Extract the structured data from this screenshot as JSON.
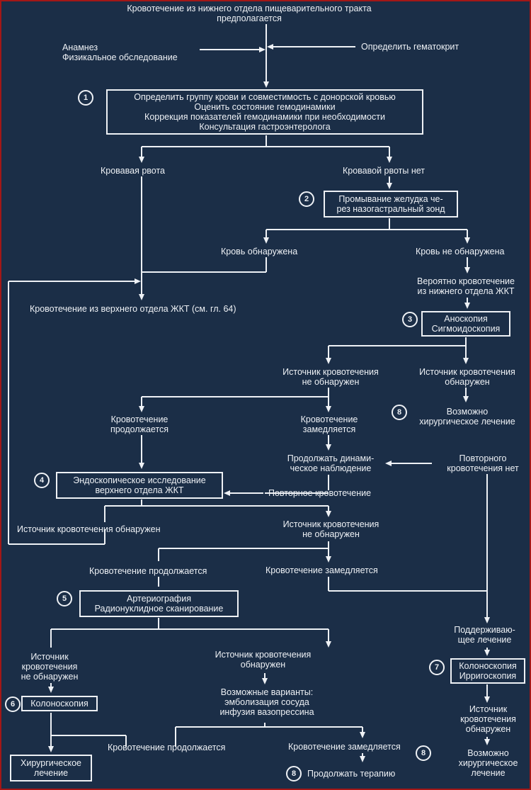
{
  "nodes": {
    "title": [
      "Кровотечение из нижнего отдела пищеварительного тракта",
      "предполагается"
    ],
    "history": [
      "Анамнез",
      "Физикальное обследование"
    ],
    "hematocrit": "Определить гематокрит",
    "box1": [
      "Определить группу крови и совместимость с донорской кровью",
      "Оценить состояние гемодинамики",
      "Коррекция показателей гемодинамики при необходимости",
      "Консультация гастроэнтеролога"
    ],
    "bloody_vomit": "Кровавая рвота",
    "no_bloody_vomit": "Кровавой рвоты нет",
    "box2": [
      "Промывание желудка че-",
      "рез назогастральный зонд"
    ],
    "blood_found": "Кровь обнаружена",
    "blood_not_found": "Кровь не обнаружена",
    "upper_gi": "Кровотечение из верхнего отдела ЖКТ (см. гл. 64)",
    "probable_lower": [
      "Вероятно кровотечение",
      "из нижнего отдела ЖКТ"
    ],
    "box3": [
      "Аноскопия",
      "Сигмоидоскопия"
    ],
    "src_not_found_1": [
      "Источник кровотечения",
      "не обнаружен"
    ],
    "src_found_1": [
      "Источник кровотечения",
      "обнаружен"
    ],
    "surgery_possible_1": [
      "Возможно",
      "хирургическое лечение"
    ],
    "bleeding_continues_1": [
      "Кровотечение",
      "продолжается"
    ],
    "bleeding_slows_1": [
      "Кровотечение",
      "замедляется"
    ],
    "continue_observation": [
      "Продолжать динами-",
      "ческое наблюдение"
    ],
    "no_rebleeding": [
      "Повторного",
      "кровотечения нет"
    ],
    "box4": [
      "Эндоскопическое исследование",
      "верхнего отдела ЖКТ"
    ],
    "rebleeding": "Повторное кровотечение",
    "src_found_2": "Источник кровотечения обнаружен",
    "src_not_found_2": [
      "Источник кровотечения",
      "не обнаружен"
    ],
    "bleeding_continues_2": "Кровотечение продолжается",
    "bleeding_slows_2": "Кровотечение замедляется",
    "box5": [
      "Артериография",
      "Радионуклидное сканирование"
    ],
    "maintenance": [
      "Поддерживаю-",
      "щее лечение"
    ],
    "src_not_found_3": [
      "Источник",
      "кровотечения",
      "не обнаружен"
    ],
    "src_found_3": [
      "Источник кровотечения",
      "обнаружен"
    ],
    "box7": [
      "Колоноскопия",
      "Ирригоскопия"
    ],
    "options": [
      "Возможные варианты:",
      "эмболизация сосуда",
      "инфузия вазопрессина"
    ],
    "box6": "Колоноскопия",
    "src_found_4": [
      "Источник",
      "кровотечения",
      "обнаружен"
    ],
    "bleeding_continues_3": "Кровотечение продолжается",
    "bleeding_slows_3": "Кровотечение замедляется",
    "box_surgery": [
      "Хирургическое",
      "лечение"
    ],
    "continue_therapy": "Продолжать терапию",
    "surgery_possible_2": [
      "Возможно",
      "хирургическое",
      "лечение"
    ]
  },
  "steps": {
    "s1": "1",
    "s2": "2",
    "s3": "3",
    "s4": "4",
    "s5": "5",
    "s6": "6",
    "s7": "7",
    "s8a": "8",
    "s8b": "8",
    "s8c": "8"
  }
}
